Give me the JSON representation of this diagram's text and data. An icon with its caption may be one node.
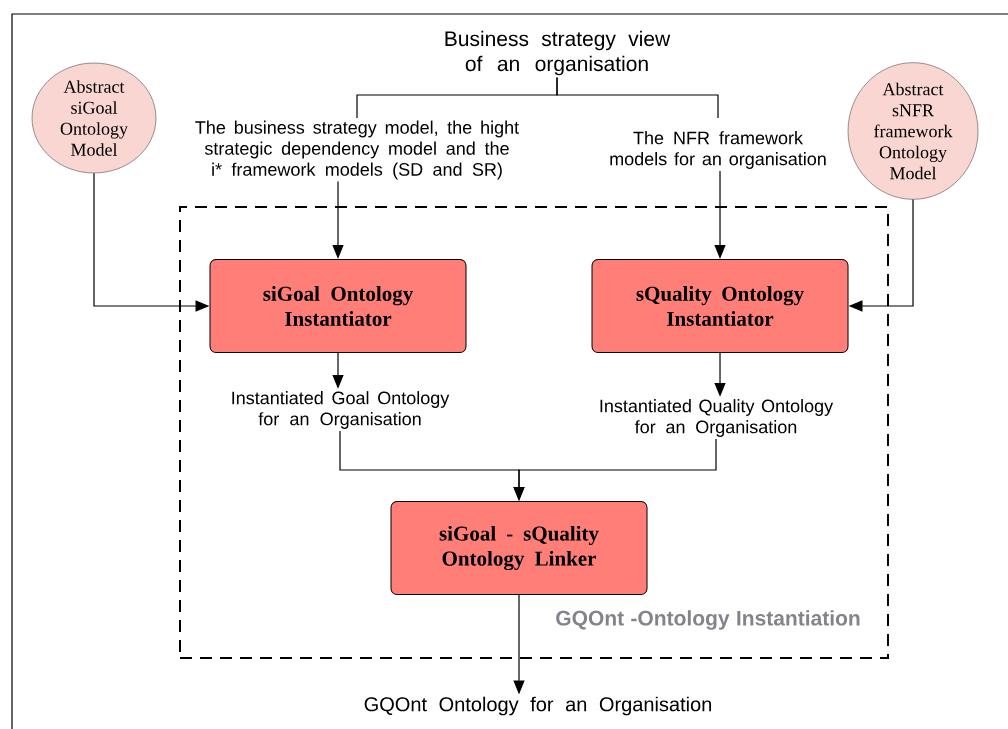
{
  "diagram": {
    "nodes": [
      {
        "text": [
          "GQOnt -Ontology Instantiation"
        ]
      },
      {
        "text": [
          "Business strategy view of an organisation"
        ]
      },
      {
        "text": [
          "Abstract siGoal Ontology Model"
        ]
      },
      {
        "text": [
          "The business strategy model, the hight strategic dependency model and the i* framework models (SD and SR)"
        ]
      },
      {
        "text": [
          "The NFR framework models for an organisation"
        ]
      },
      {
        "text": [
          "Abstract sNFR framework Ontology Model"
        ]
      },
      {
        "text": [
          "siGoal Ontology Instantiator"
        ],
        "in": 0
      },
      {
        "text": [
          "sQuality Ontology Instantiator"
        ],
        "in": 0
      },
      {
        "text": [
          "Instantiated Goal Ontology for an Organisation"
        ],
        "in": 0
      },
      {
        "text": [
          "Instantiated Quality Ontology for an Organisation"
        ],
        "in": 0
      },
      {
        "text": [
          "siGoal - sQuality Ontology Linker"
        ],
        "in": 0
      },
      {
        "text": [
          "GQOnt Ontology for an Organisation"
        ]
      }
    ],
    "edges": [
      {
        "from": 1,
        "to": 3,
        "arrow": "none"
      },
      {
        "from": 1,
        "to": 4,
        "arrow": "none"
      },
      {
        "from": 3,
        "to": 6,
        "arrow": "to"
      },
      {
        "from": 4,
        "to": 7,
        "arrow": "to"
      },
      {
        "from": 2,
        "to": 6,
        "arrow": "to"
      },
      {
        "from": 5,
        "to": 7,
        "arrow": "to"
      },
      {
        "from": 6,
        "to": 8,
        "arrow": "to"
      },
      {
        "from": 7,
        "to": 9,
        "arrow": "to"
      },
      {
        "from": 8,
        "to": 10,
        "arrow": "to"
      },
      {
        "from": 9,
        "to": 10,
        "arrow": "to"
      },
      {
        "from": 10,
        "to": 11,
        "arrow": "to"
      }
    ]
  }
}
